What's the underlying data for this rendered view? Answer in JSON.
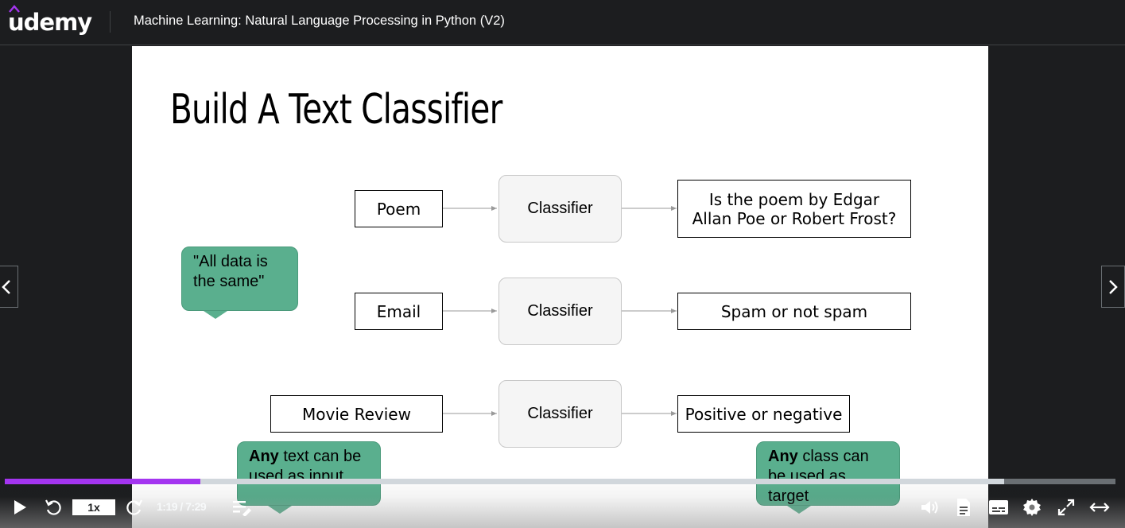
{
  "header": {
    "logo_text": "udemy",
    "course_title": "Machine Learning: Natural Language Processing in Python (V2)"
  },
  "slide": {
    "title": "Build A Text Classifier",
    "rows": [
      {
        "input": "Poem",
        "classifier": "Classifier",
        "output": "Is the poem by Edgar Allan Poe or Robert Frost?"
      },
      {
        "input": "Email",
        "classifier": "Classifier",
        "output": "Spam or not spam"
      },
      {
        "input": "Movie Review",
        "classifier": "Classifier",
        "output": "Positive or negative"
      }
    ],
    "bubbles": {
      "data_same": "\"All data is the same\"",
      "any_text_bold": "Any",
      "any_text_rest": " text can be used as input",
      "any_class_bold": "Any",
      "any_class_rest": " class can be used as target"
    }
  },
  "player": {
    "progress_fraction": 0.176,
    "buffer_fraction": 0.9,
    "speed": "1x",
    "time": "1:19 / 7:29",
    "icons": [
      "play-icon",
      "rewind-icon",
      "forward-icon",
      "notes-icon",
      "volume-icon",
      "transcript-icon",
      "captions-icon",
      "settings-icon",
      "fullscreen-icon",
      "expand-icon"
    ],
    "accent": "#a435f0"
  }
}
